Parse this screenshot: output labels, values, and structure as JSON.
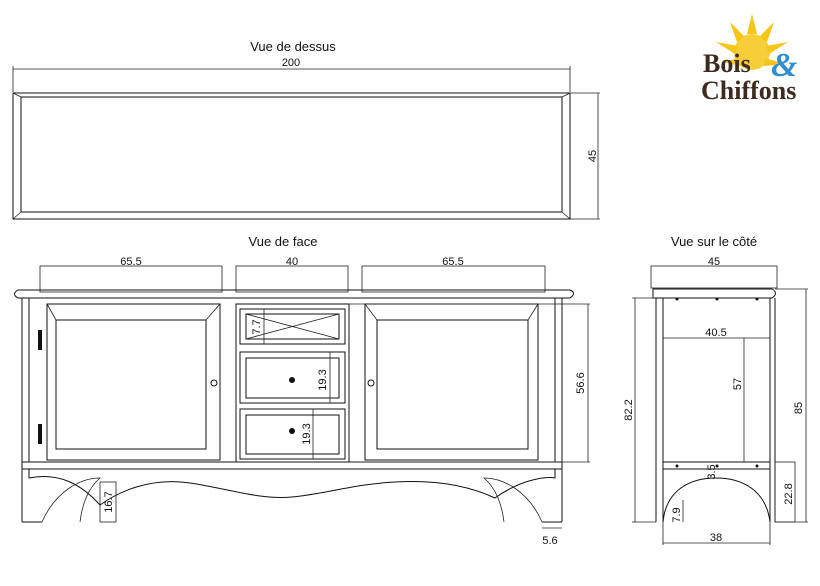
{
  "logo": {
    "word1": "Bois",
    "amp": "&",
    "word2": "Chiffons",
    "brand_color": "#3d2b1f",
    "amp_color": "#2d8fd0",
    "sun_color": "#f5c518"
  },
  "top_view": {
    "title": "Vue de dessus",
    "width_label": "200",
    "depth_label": "45"
  },
  "front_view": {
    "title": "Vue de face",
    "left_door_width": "65.5",
    "center_width": "40",
    "right_door_width": "65.5",
    "top_drawer_height": "7.7",
    "middle_drawer_height": "19.3",
    "bottom_drawer_height": "19.3",
    "body_height": "56.6",
    "apron_height": "16.7",
    "foot_label": "5.6"
  },
  "side_view": {
    "title": "Vue sur le côté",
    "top_depth": "45",
    "inner_depth": "40.5",
    "inner_height": "57",
    "total_height_left": "82.2",
    "total_height_right": "85",
    "shelf_gap": "3.5",
    "arch_height": "22.8",
    "leg_height": "7.9",
    "base_depth": "38"
  }
}
